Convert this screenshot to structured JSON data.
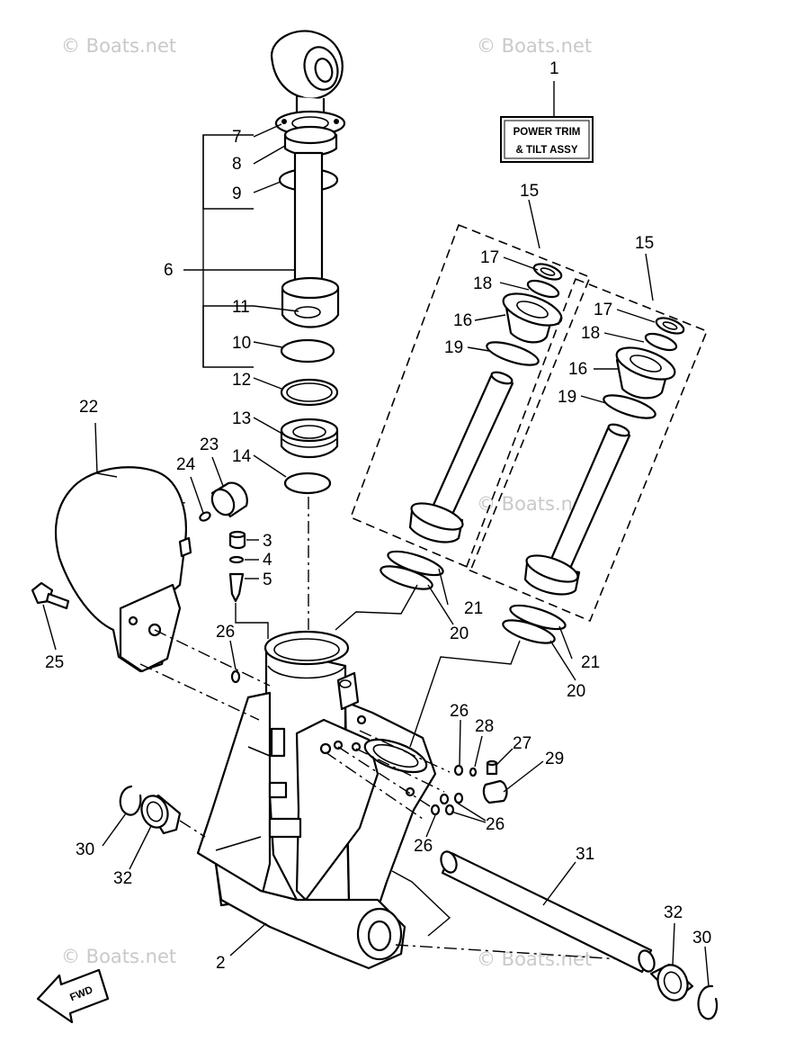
{
  "watermark": "© Boats.net",
  "label_box": {
    "line1": "POWER TRIM",
    "line2": "& TILT ASSY"
  },
  "fwd_arrow": "FWD",
  "callouts": {
    "c1": "1",
    "c2": "2",
    "c3": "3",
    "c4": "4",
    "c5": "5",
    "c6": "6",
    "c7": "7",
    "c8": "8",
    "c9": "9",
    "c10": "10",
    "c11": "11",
    "c12": "12",
    "c13": "13",
    "c14": "14",
    "c15a": "15",
    "c15b": "15",
    "c16a": "16",
    "c16b": "16",
    "c17a": "17",
    "c17b": "17",
    "c18a": "18",
    "c18b": "18",
    "c19a": "19",
    "c19b": "19",
    "c20a": "20",
    "c20b": "20",
    "c21a": "21",
    "c21b": "21",
    "c22": "22",
    "c23": "23",
    "c24": "24",
    "c25": "25",
    "c26a": "26",
    "c26b": "26",
    "c26c": "26",
    "c26d": "26",
    "c27": "27",
    "c28": "28",
    "c29": "29",
    "c30a": "30",
    "c30b": "30",
    "c31": "31",
    "c32a": "32",
    "c32b": "32"
  }
}
